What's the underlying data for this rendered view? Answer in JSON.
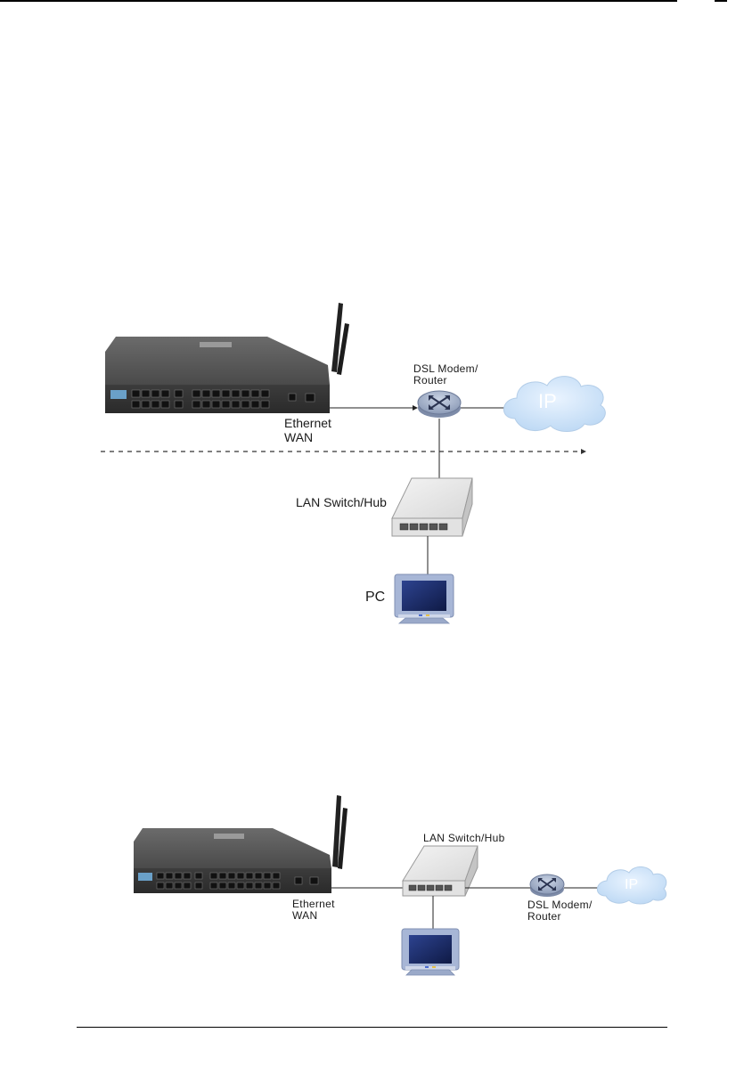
{
  "diagram1": {
    "modem_label": "DSL Modem/\nRouter",
    "cloud_label": "IP",
    "wan_label": "Ethernet\nWAN",
    "switch_label": "LAN Switch/Hub",
    "pc_label": "PC"
  },
  "diagram2": {
    "switch_label": "LAN Switch/Hub",
    "wan_label": "Ethernet\nWAN",
    "modem_label": "DSL Modem/\nRouter",
    "cloud_label": "IP"
  },
  "colors": {
    "device_body": "#3d3d3d",
    "cloud": "#cfe3f7",
    "monitor_frame": "#a7b6d6",
    "screen": "#1f2f6b"
  }
}
